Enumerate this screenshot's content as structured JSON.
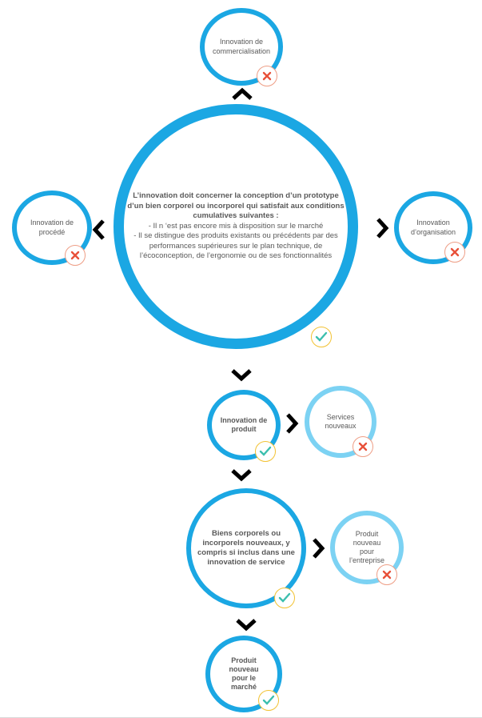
{
  "main": {
    "lead": "L’innovation doit concerner la conception d’un prototype d’un bien corporel ou incorporel qui satisfait aux conditions cumulatives suivantes :",
    "bullet1": "-      Il n ‘est pas encore mis à disposition sur le marché",
    "bullet2": "-      Il se distingue des produits existants ou précédents par des performances supérieures sur le plan technique, de l’écoconception, de l’ergonomie ou de ses fonctionnalités"
  },
  "nodes": {
    "commercialisation": "Innovation de commercialisation",
    "procede": "Innovation de procédé",
    "organisation": "Innovation d’organisation",
    "produit": "Innovation de produit",
    "services": "Services nouveaux",
    "biens": "Biens corporels ou incorporels nouveaux, y compris si inclus dans une innovation de service",
    "entreprise": "Produit nouveau pour l’entreprise",
    "marche": "Produit nouveau pour le marché"
  },
  "icons": {
    "cross": "cross-icon",
    "check": "check-icon",
    "arrow": "chevron-icon"
  },
  "colors": {
    "main_ring": "#1ba7e3",
    "light_ring": "#7cd2f3",
    "cross": "#e8513a",
    "check": "#3cbfae",
    "arrow": "#000000"
  }
}
